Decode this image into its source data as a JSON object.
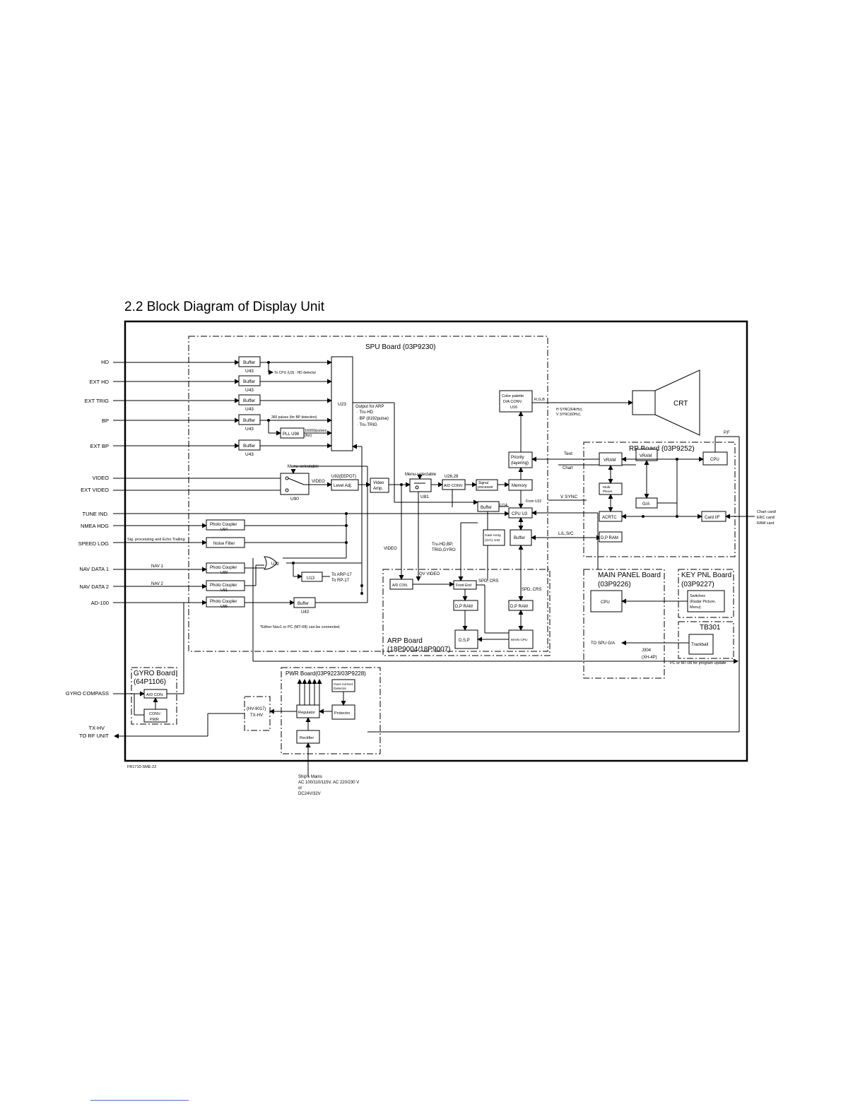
{
  "page": {
    "title": "2.2  Block Diagram of Display Unit",
    "figure_code": "FR1710-SME-22"
  },
  "inputs": {
    "hd": "HD",
    "ext_hd": "EXT HD",
    "ext_trig": "EXT TRIG",
    "bp": "BP",
    "ext_bp": "EXT BP",
    "video": "VIDEO",
    "ext_video": "EXT VIDEO",
    "tune_ind": "TUNE IND.",
    "nmea_hdg": "NMEA HDG",
    "speed_log": "SPEED LOG",
    "nav_data_1": "NAV DATA 1",
    "nav_data_2": "NAV DATA 2",
    "ad_100": "AD-100",
    "gyro_compass": "GYRO COMPASS",
    "tx_hv_1": "TX-HV",
    "tx_hv_2": "TO RF UNIT"
  },
  "spu": {
    "title": "SPU Board (03P9230)",
    "buffer": "Buffer",
    "u43": "U43",
    "u23": "U23",
    "to_cpu": "To CPU (U3) : HD detector",
    "pulses_360": "360 pulses (for BP detection)",
    "pll": "PLL U98",
    "pulses_16000_1": "16000pulses",
    "pulses_16000_2": "(for)",
    "output_arp": [
      "Output for ARP",
      "· Tru-HD",
      "· BP (8192pulse)",
      "· Tru-TRIG"
    ],
    "menu_selectable": "Menu-selectable",
    "u90": "U90",
    "video": "VIDEO",
    "u92": "U92(EEPOT)",
    "level_adj": "Level Adj.",
    "video_amp_1": "Video",
    "video_amp_2": "Amp.",
    "u81": "U81",
    "u26": "U26,28",
    "ad_conv": "A/D CONV.",
    "signal_processor_1": "Signal",
    "signal_processor_2": "processor",
    "memory": "Memory",
    "buffer_u14": "Buffer",
    "u14": "U14",
    "from_u32": "From U32",
    "cpu_u3": "CPU U3",
    "gate_array_1": "Gate Array",
    "gate_array_2": "(G/A) U32",
    "priority_1": "Priority",
    "priority_2": "(layering)",
    "color_palette": [
      "Color palette",
      "D/A CONV.",
      "U16"
    ],
    "rgb": "R,G,B",
    "hsync": "H SYNC(64kHz),",
    "vsync": "V SYNC(60Hz),",
    "text": "Text",
    "chart": "Chart",
    "v_sync": "V SYNC",
    "llsc": "L/L,S/C",
    "photo_coupler": "Photo Coupler",
    "u94": "U94",
    "u89": "U89",
    "u91": "U91",
    "u95": "U95",
    "noise_filter": "Noise Filter",
    "sig_processing": "Sig. processing and Echo Trailing",
    "nav1": "NAV 1",
    "nav2": "NAV 2",
    "u12": "U12",
    "u13": "U13",
    "to_arp17": "To ARP-17",
    "to_rp17": "To RP-17",
    "video_lbl": "VIDEO",
    "tru_hd": "Tru-HD,BP,",
    "trig_gyro": "TRIG,GYRO",
    "qv_video": "QV VIDEO",
    "note": "*Either Nav1 or PC (MT-08) can be connected."
  },
  "crt": {
    "label": "CRT"
  },
  "rp": {
    "title": "RP Board (03P9252)",
    "pf": "P,F",
    "vram": "VRAM",
    "cpu": "CPU",
    "multiplexer_1": "Multi-",
    "multiplexer_2": "Plexer",
    "ga": "G/A",
    "acrtc": "ACRTC",
    "card_if": "Card I/F",
    "dp_ram": "D,P RAM",
    "cards": [
      "Chart card/",
      "ERC card/",
      "RAM card"
    ]
  },
  "arp": {
    "title_1": "ARP Board",
    "title_2": "(18P9004/18P9007)",
    "ad_conv": "A/D CON.",
    "front_end": "Front End",
    "spd_crs": "SPD, CRS",
    "dp_ram": "D,P RAM",
    "dsp": "D,S,P",
    "main_cpu": "MAIN CPU"
  },
  "main_panel": {
    "title_1": "MAIN PANEL Board",
    "title_2": "(03P9226)",
    "cpu": "CPU",
    "to_spu": "TO SPU G/A",
    "j304_1": "J304",
    "j304_2": "(XH-4P)"
  },
  "key_pnl": {
    "title_1": "KEY PNL Board",
    "title_2": "(03P9227)",
    "switches": [
      "Switches",
      "(Radar Picture,",
      "Menu)"
    ]
  },
  "tb301": {
    "title": "TB301",
    "trackball": "Trackball"
  },
  "pc_note": "PC or MT-08 for program update",
  "gyro": {
    "title_1": "GYRO Board",
    "title_2": "(64P1106)",
    "ad_con": "A/D CON.",
    "conv_1": "CONV.",
    "conv_2": "PWR"
  },
  "pwr": {
    "title": "PWR Board(03P9223/03P9228)",
    "overcurrent_1": "Over-current",
    "overcurrent_2": "Detector",
    "regulator": "Regulator",
    "protector": "Protector",
    "rectifier": "Rectifier",
    "hv_1": "(HV-9017)",
    "hv_2": "TX-HV"
  },
  "mains": [
    "Ship's Mains",
    "AC 100/110/115V, AC 220/230 V",
    "or",
    "DC24V/32V"
  ]
}
